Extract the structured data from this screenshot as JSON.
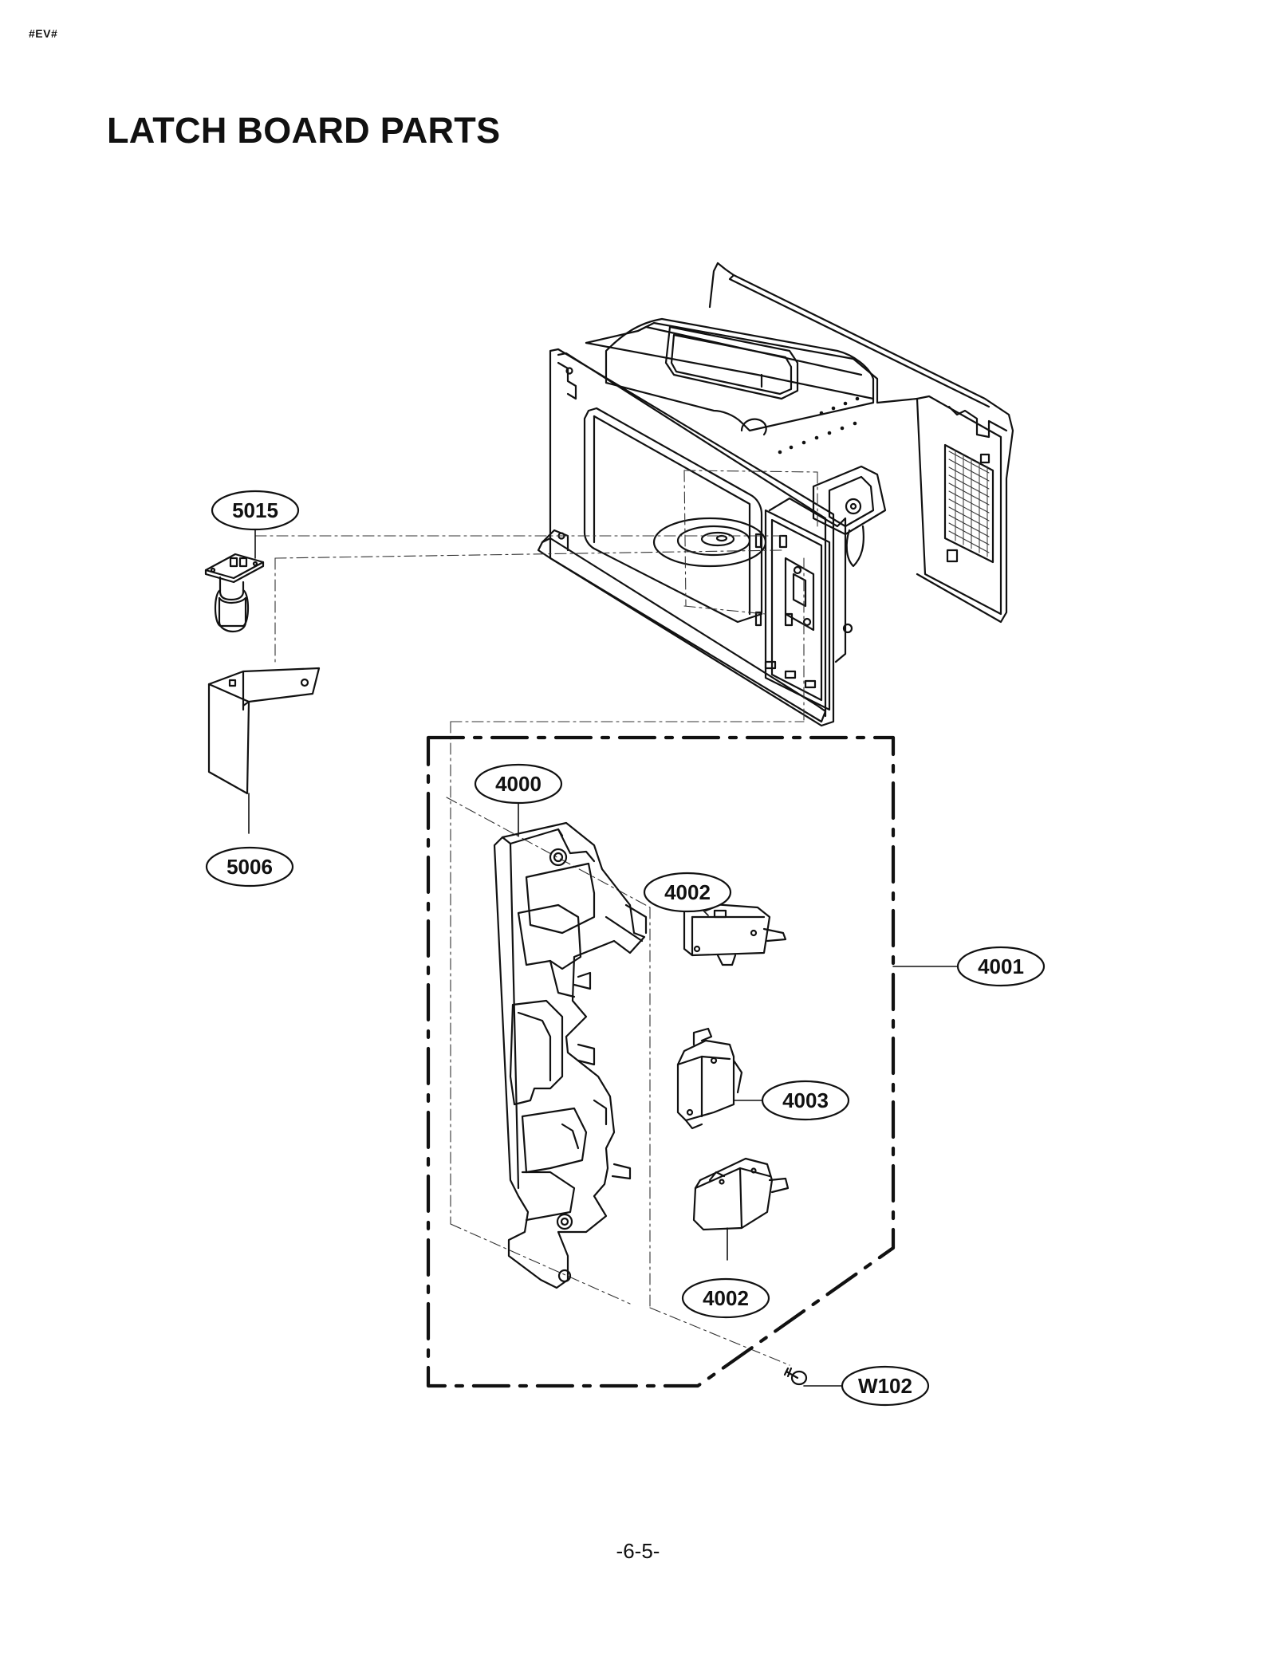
{
  "header": {
    "code": "#EV#",
    "title": "LATCH BOARD PARTS"
  },
  "diagram": {
    "callouts": {
      "c5015": "5015",
      "c5006": "5006",
      "c4000": "4000",
      "c4001": "4001",
      "c4002_top": "4002",
      "c4003": "4003",
      "c4002_bottom": "4002",
      "cW102": "W102"
    }
  },
  "footer": {
    "page_number": "-6-5-"
  }
}
